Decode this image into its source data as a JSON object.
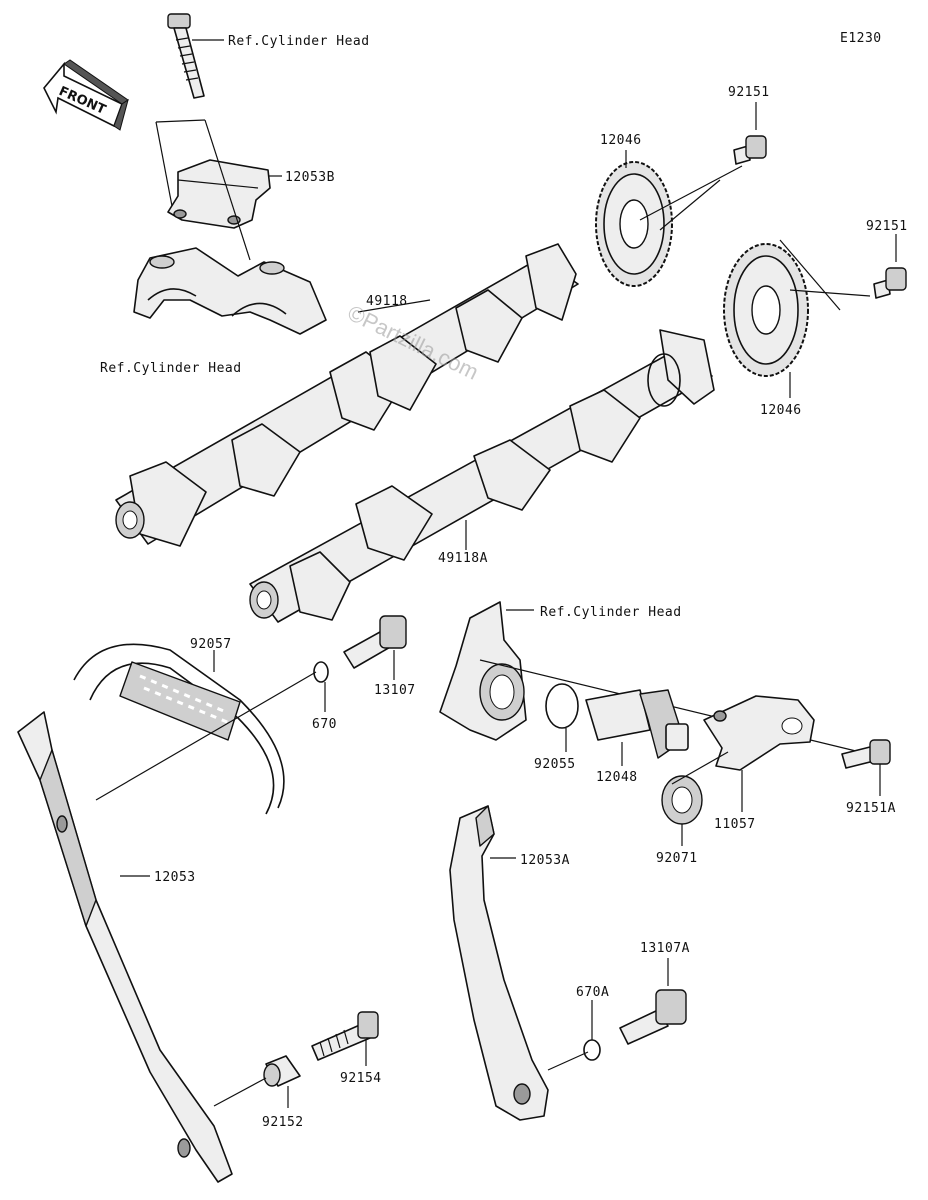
{
  "diagram": {
    "code": "E1230",
    "front_label": "FRONT",
    "watermark": "©Partzilla.com",
    "labels": {
      "ref_head_top": "Ref.Cylinder Head",
      "ref_head_left": "Ref.Cylinder Head",
      "ref_head_mid": "Ref.Cylinder Head",
      "p12053B": "12053B",
      "p49118": "49118",
      "p49118A": "49118A",
      "p12046_top": "12046",
      "p12046_right": "12046",
      "p92151_top": "92151",
      "p92151_right": "92151",
      "p92151A": "92151A",
      "p92057": "92057",
      "p670": "670",
      "p670A": "670A",
      "p13107": "13107",
      "p13107A": "13107A",
      "p92055": "92055",
      "p12048": "12048",
      "p92071": "92071",
      "p11057": "11057",
      "p12053": "12053",
      "p12053A": "12053A",
      "p92154": "92154",
      "p92152": "92152"
    }
  }
}
